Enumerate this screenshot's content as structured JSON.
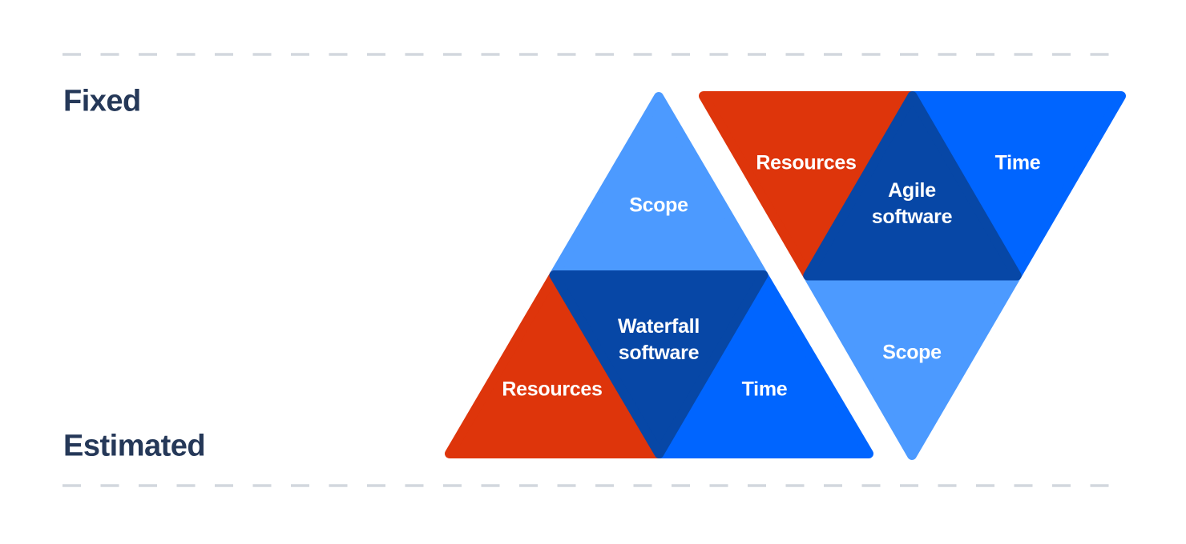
{
  "rows": {
    "fixed_label": "Fixed",
    "estimated_label": "Estimated",
    "label_color": "#253858",
    "dash_color": "#D2D7DE"
  },
  "colors": {
    "scope": "#4C9AFF",
    "resources": "#DE350B",
    "time": "#0065FF",
    "center": "#0747A6",
    "label_text": "#FFFFFF"
  },
  "waterfall_triangle": {
    "title_line1": "Waterfall",
    "title_line2": "software",
    "scope": "Scope",
    "resources": "Resources",
    "time": "Time"
  },
  "agile_triangle": {
    "title_line1": "Agile",
    "title_line2": "software",
    "scope": "Scope",
    "resources": "Resources",
    "time": "Time"
  }
}
